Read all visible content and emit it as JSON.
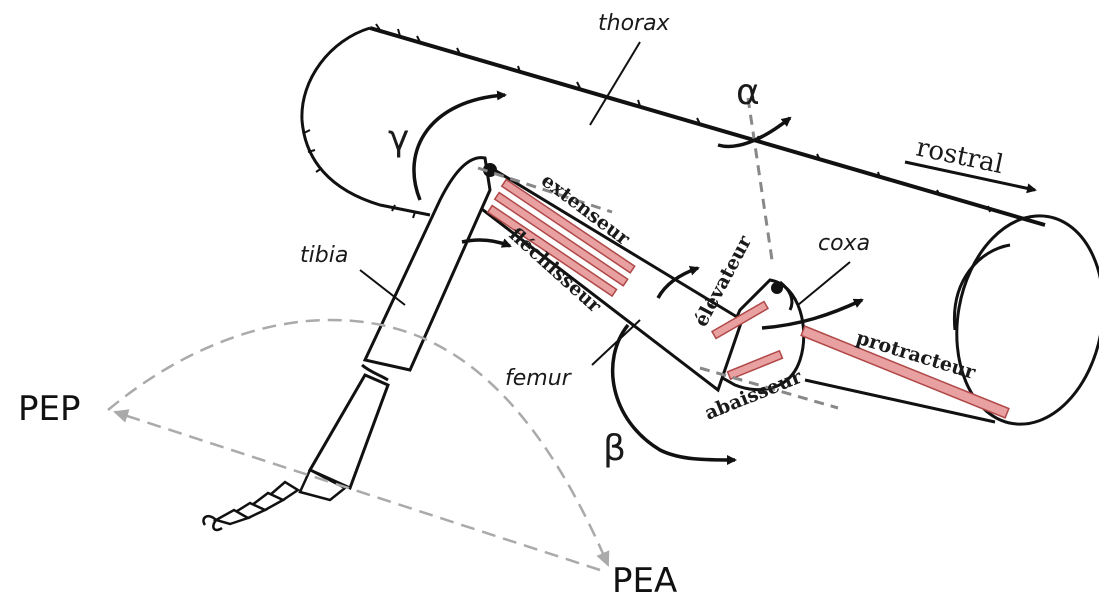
{
  "labels": {
    "thorax": "thorax",
    "rostral": "rostral",
    "tibia": "tibia",
    "femur": "femur",
    "coxa": "coxa",
    "extenseur": "extenseur",
    "flechisseur": "fléchisseur",
    "elevateur": "élévateur",
    "abaisseur": "abaisseur",
    "protracteur": "protracteur",
    "alpha": "α",
    "beta": "β",
    "gamma": "γ",
    "pep": "PEP",
    "pea": "PEA"
  },
  "colors": {
    "muscle": "#e8a0a0",
    "muscle_stroke": "#b04848",
    "outline": "#111111",
    "dashed_path": "#aaaaaa",
    "joint_axis": "#888888"
  }
}
